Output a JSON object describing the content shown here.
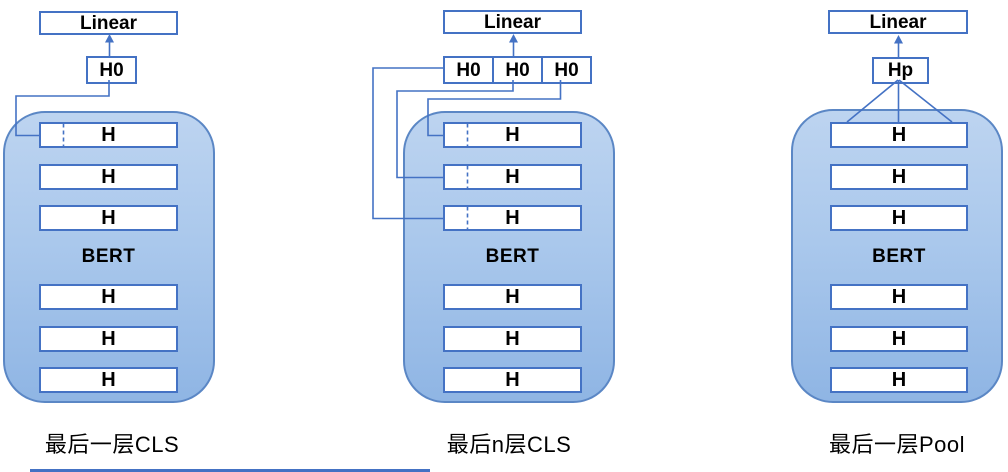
{
  "figure": {
    "title_hint": "BERT sentence-representation pooling variants",
    "colors": {
      "connector_blue": "#4472C4",
      "box_border_blue": "#4472C4",
      "container_border": "#5B87C5",
      "container_fill_top": "#BDD4F0",
      "container_fill_bottom": "#8FB5E4",
      "text": "#000000"
    },
    "diagrams": [
      {
        "id": "last-layer-cls",
        "linear_label": "Linear",
        "pooled_labels": [
          "H0"
        ],
        "bert_label": "BERT",
        "rows": [
          "H",
          "H",
          "H",
          "H",
          "H",
          "H"
        ],
        "caption": "最后一层CLS"
      },
      {
        "id": "last-n-layers-cls",
        "linear_label": "Linear",
        "pooled_labels": [
          "H0",
          "H0",
          "H0"
        ],
        "bert_label": "BERT",
        "rows": [
          "H",
          "H",
          "H",
          "H",
          "H",
          "H"
        ],
        "caption": "最后n层CLS"
      },
      {
        "id": "last-layer-pool",
        "linear_label": "Linear",
        "pooled_labels": [
          "Hp"
        ],
        "bert_label": "BERT",
        "rows": [
          "H",
          "H",
          "H",
          "H",
          "H",
          "H"
        ],
        "caption": "最后一层Pool"
      }
    ]
  }
}
